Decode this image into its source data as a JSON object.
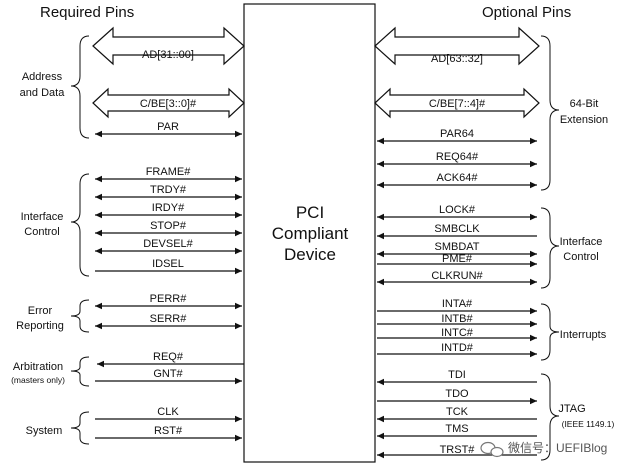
{
  "headers": {
    "required": "Required Pins",
    "optional": "Optional Pins"
  },
  "device": {
    "line1": "PCI",
    "line2": "Compliant",
    "line3": "Device"
  },
  "left_groups": {
    "address_data": [
      "Address",
      "and Data"
    ],
    "interface_control": [
      "Interface",
      "Control"
    ],
    "error_reporting": [
      "Error",
      "Reporting"
    ],
    "arbitration": "Arbitration",
    "arbitration_note": "(masters only)",
    "system": "System"
  },
  "right_groups": {
    "extension": [
      "64-Bit",
      "Extension"
    ],
    "interface_control": [
      "Interface",
      "Control"
    ],
    "interrupts": "Interrupts",
    "jtag": "JTAG",
    "jtag_note": "(IEEE 1149.1)"
  },
  "left_signals": {
    "ad": "AD[31::00]",
    "cbe": "C/BE[3::0]#",
    "par": "PAR",
    "frame": "FRAME#",
    "trdy": "TRDY#",
    "irdy": "IRDY#",
    "stop": "STOP#",
    "devsel": "DEVSEL#",
    "idsel": "IDSEL",
    "perr": "PERR#",
    "serr": "SERR#",
    "req": "REQ#",
    "gnt": "GNT#",
    "clk": "CLK",
    "rst": "RST#"
  },
  "right_signals": {
    "ad": "AD[63::32]",
    "cbe": "C/BE[7::4]#",
    "par64": "PAR64",
    "req64": "REQ64#",
    "ack64": "ACK64#",
    "lock": "LOCK#",
    "smbclk": "SMBCLK",
    "smbdat": "SMBDAT",
    "pme": "PME#",
    "clkrun": "CLKRUN#",
    "inta": "INTA#",
    "intb": "INTB#",
    "intc": "INTC#",
    "intd": "INTD#",
    "tdi": "TDI",
    "tdo": "TDO",
    "tck": "TCK",
    "tms": "TMS",
    "trst": "TRST#"
  },
  "watermark": {
    "text": "微信号：UEFIBlog",
    "icon": "chat-bubble-icon"
  },
  "colors": {
    "line": "#111111",
    "background": "#ffffff"
  }
}
